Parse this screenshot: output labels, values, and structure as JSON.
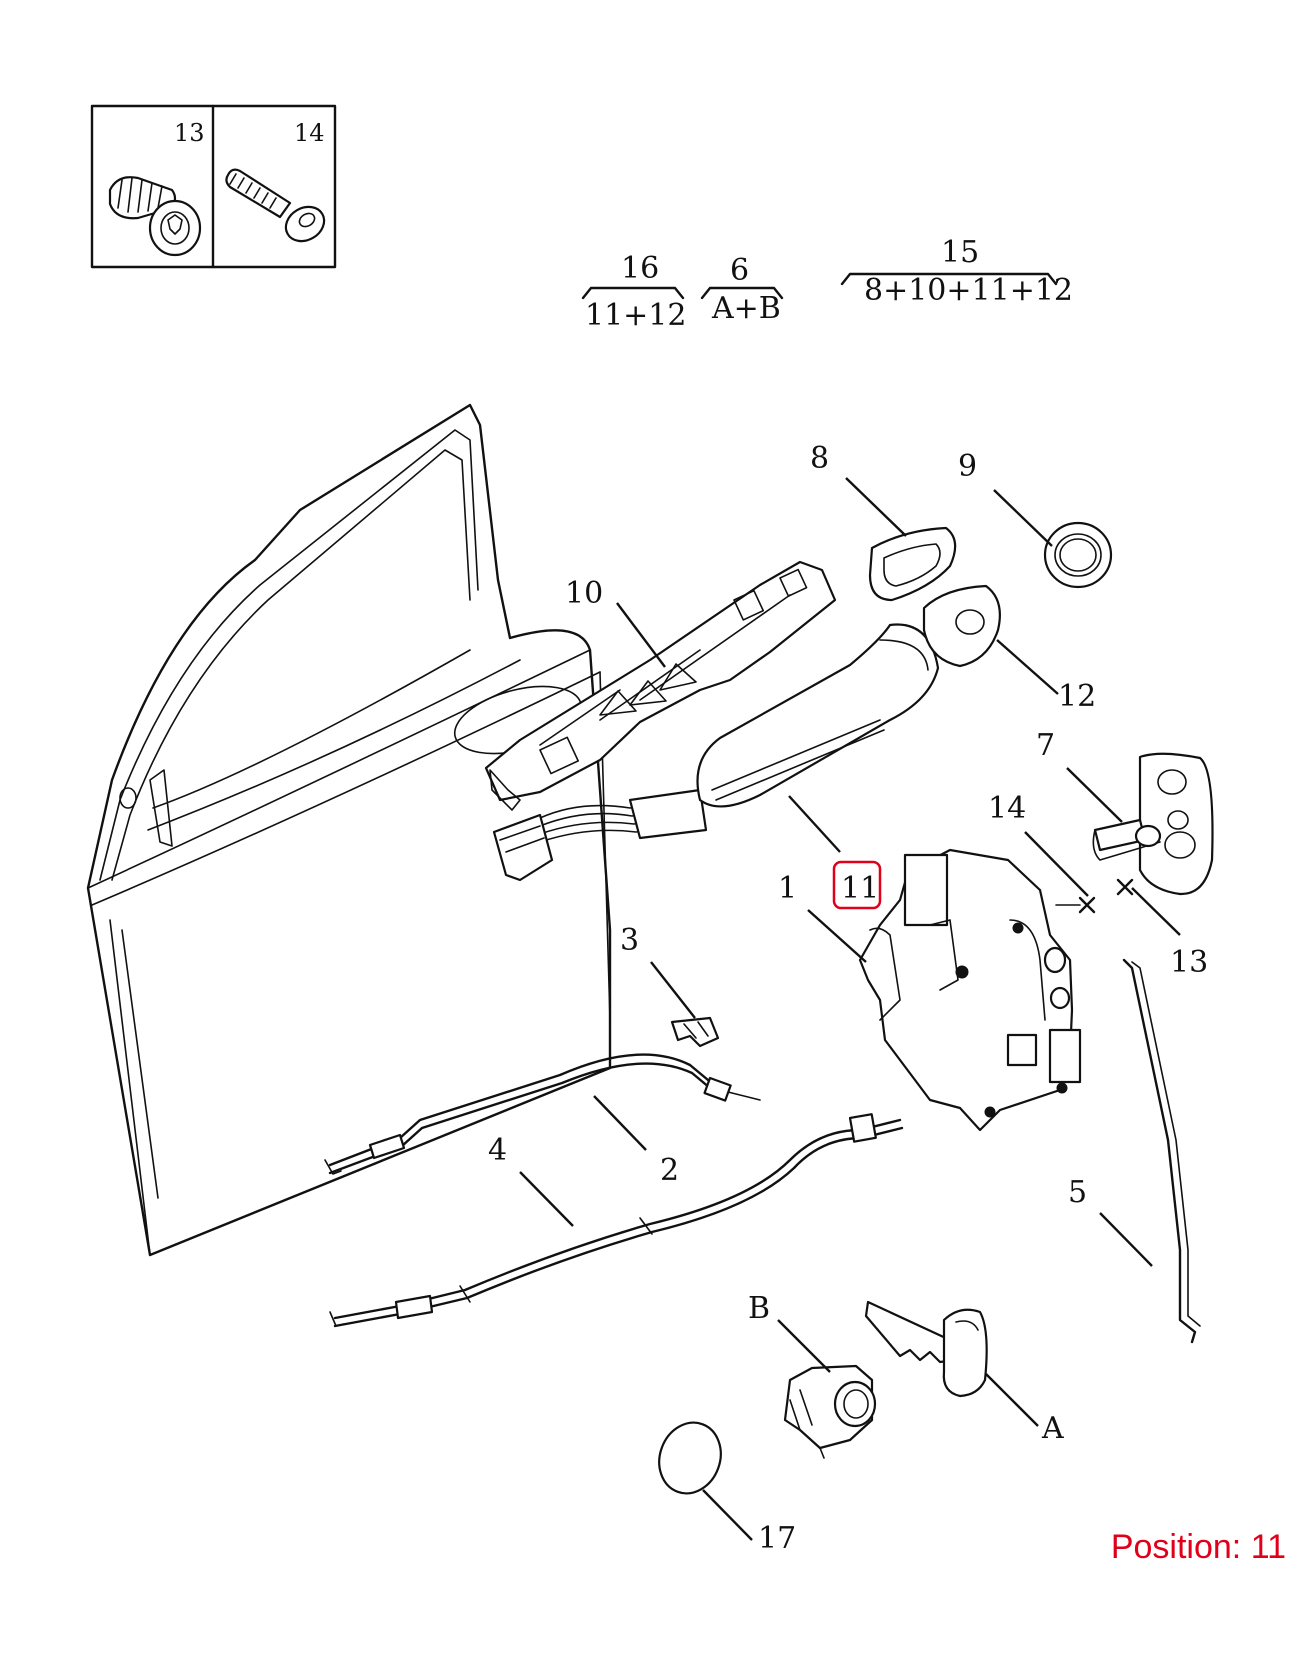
{
  "inset": {
    "callout_left": "13",
    "callout_right": "14"
  },
  "groups": [
    {
      "number": "16",
      "contents": "11+12"
    },
    {
      "number": "6",
      "contents": "A+B"
    },
    {
      "number": "15",
      "contents": "8+10+11+12"
    }
  ],
  "callouts": {
    "c1": "1",
    "c2": "2",
    "c3": "3",
    "c4": "4",
    "c5": "5",
    "c7": "7",
    "c8": "8",
    "c9": "9",
    "c10": "10",
    "c11": "11",
    "c12": "12",
    "c13": "13",
    "c14": "14",
    "c17": "17",
    "cA": "A",
    "cB": "B"
  },
  "highlighted_callout": "11",
  "position": {
    "label": "Position:",
    "value": "11"
  },
  "colors": {
    "highlight": "#e0001a",
    "ink": "#111111"
  }
}
